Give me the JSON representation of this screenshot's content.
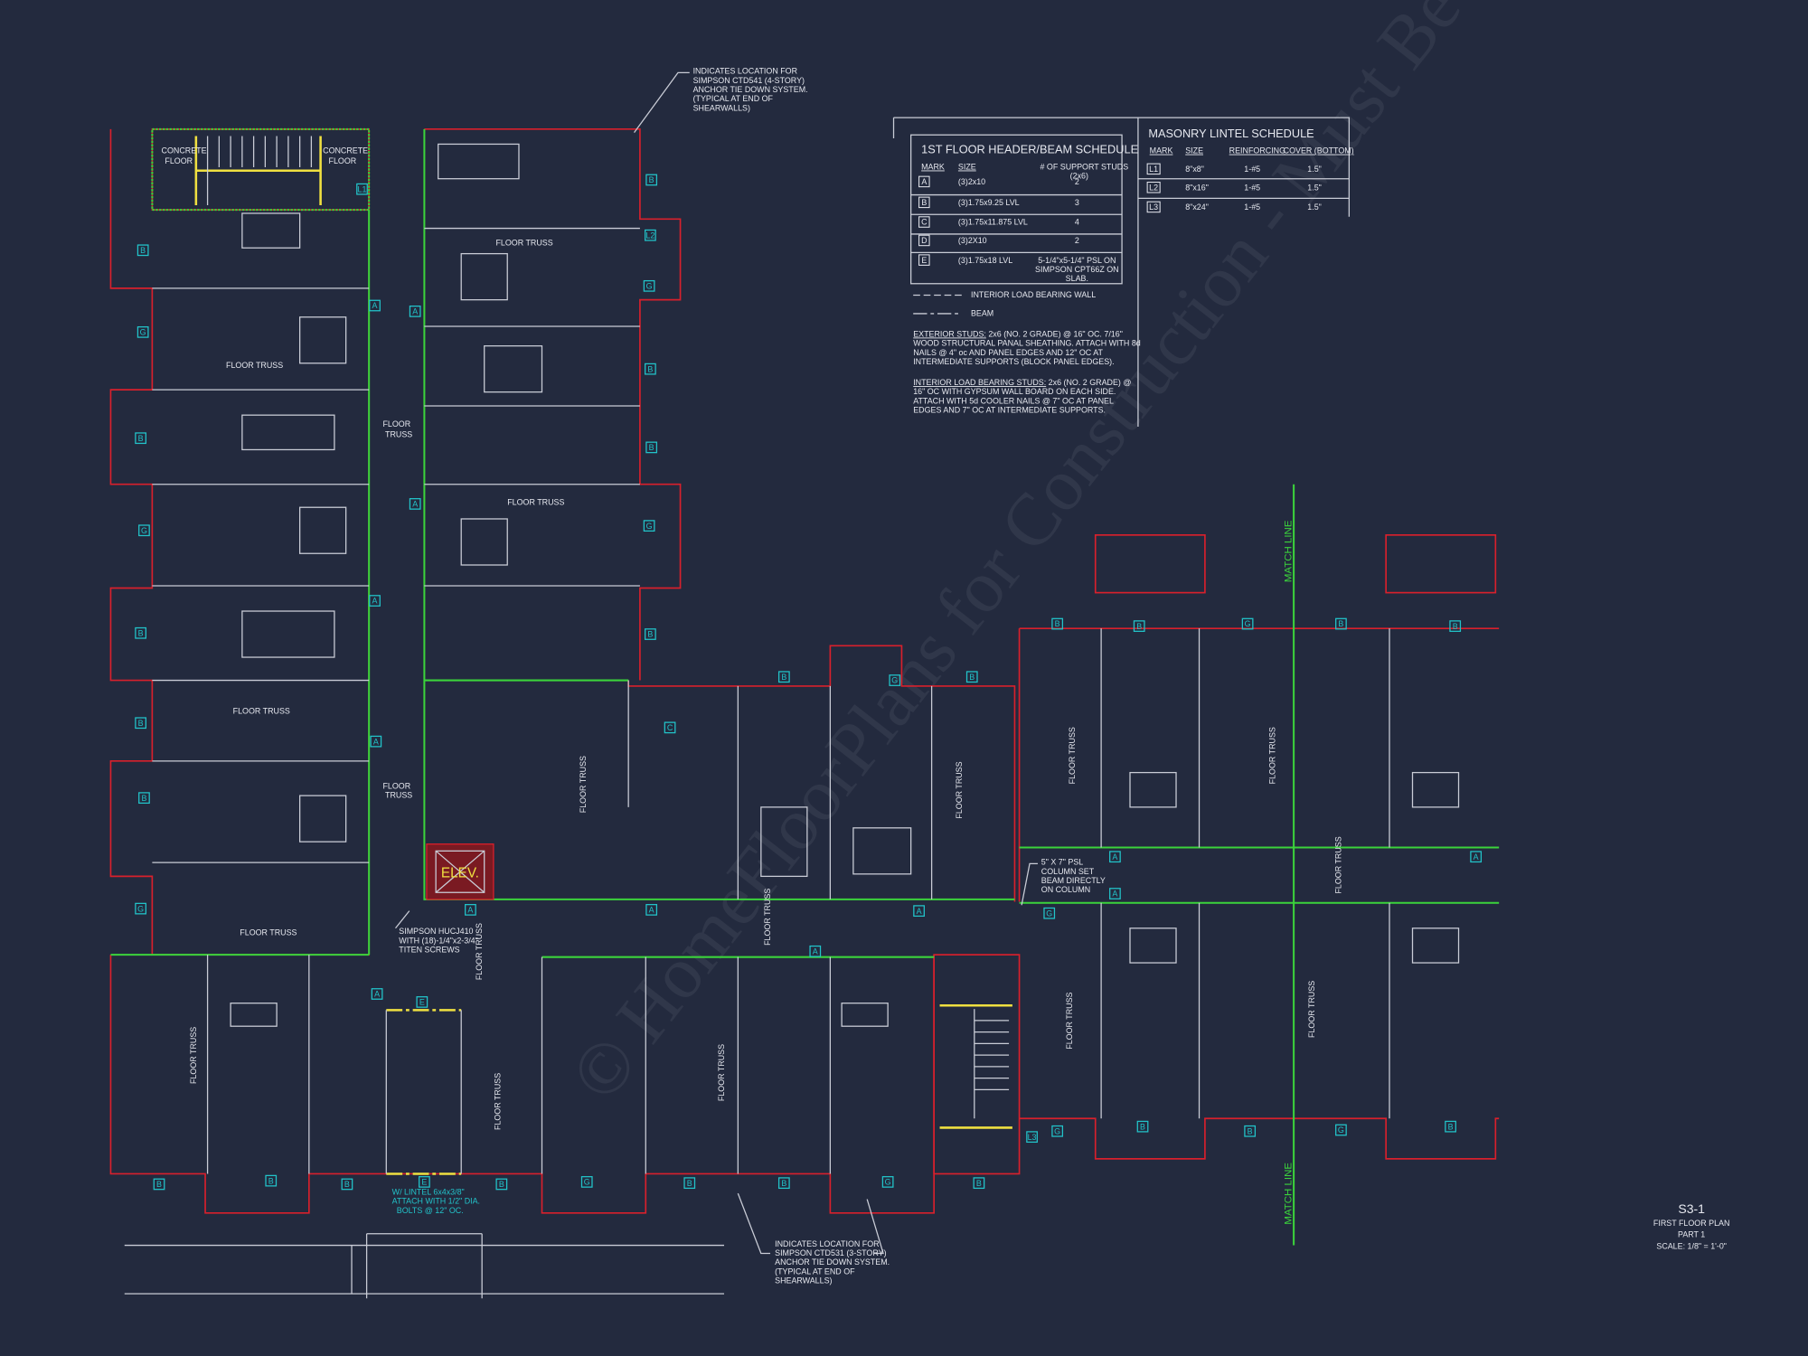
{
  "header_schedule": {
    "title": "1ST FLOOR HEADER/BEAM SCHEDULE",
    "columns": [
      "MARK",
      "SIZE",
      "# OF SUPPORT STUDS",
      "(2x6)"
    ],
    "rows": [
      {
        "mark": "A",
        "size": "(3)2x10",
        "studs": "2"
      },
      {
        "mark": "B",
        "size": "(3)1.75x9.25 LVL",
        "studs": "3"
      },
      {
        "mark": "C",
        "size": "(3)1.75x11.875 LVL",
        "studs": "4"
      },
      {
        "mark": "D",
        "size": "(3)2X10",
        "studs": "2"
      },
      {
        "mark": "E",
        "size": "(3)1.75x18 LVL",
        "studs": "5-1/4\"x5-1/4\" PSL ON",
        "studs_2": "SIMPSON CPT66Z ON",
        "studs_3": "SLAB."
      }
    ]
  },
  "legend": {
    "load_wall": "INTERIOR LOAD BEARING WALL",
    "beam": "BEAM"
  },
  "notes": {
    "ext_label": "EXTERIOR STUDS:",
    "ext_1": "2x6 (NO. 2 GRADE) @ 16\" OC. 7/16\"",
    "ext_2": "WOOD STRUCTURAL PANAL SHEATHING. ATTACH WITH 8d",
    "ext_3": "NAILS @ 4\" oc AND PANEL EDGES AND 12\" OC AT",
    "ext_4": "INTERMEDIATE SUPPORTS (BLOCK PANEL EDGES).",
    "int_label": "INTERIOR LOAD BEARING STUDS:",
    "int_1": "2x6 (NO. 2 GRADE) @",
    "int_2": "16\" OC WITH GYPSUM WALL BOARD ON EACH SIDE.",
    "int_3": "ATTACH WITH 5d COOLER NAILS @ 7\" OC AT PANEL",
    "int_4": "EDGES AND 7\" OC AT INTERMEDIATE SUPPORTS."
  },
  "lintel_schedule": {
    "title": "MASONRY LINTEL SCHEDULE",
    "columns": [
      "MARK",
      "SIZE",
      "REINFORCING",
      "COVER (BOTTOM)"
    ],
    "rows": [
      {
        "mark": "L1",
        "size": "8\"x8\"",
        "reinf": "1-#5",
        "cover": "1.5\""
      },
      {
        "mark": "L2",
        "size": "8\"x16\"",
        "reinf": "1-#5",
        "cover": "1.5\""
      },
      {
        "mark": "L3",
        "size": "8\"x24\"",
        "reinf": "1-#5",
        "cover": "1.5\""
      }
    ]
  },
  "callouts": {
    "top": [
      "INDICATES LOCATION FOR",
      "SIMPSON CTD541 (4-STORY)",
      "ANCHOR TIE DOWN SYSTEM.",
      "(TYPICAL AT END OF",
      "SHEARWALLS)"
    ],
    "bottom": [
      "INDICATES LOCATION FOR",
      "SIMPSON CTD531 (3-STORY)",
      "ANCHOR TIE DOWN SYSTEM.",
      "(TYPICAL AT END OF",
      "SHEARWALLS)"
    ],
    "hanger": [
      "SIMPSON HUCJ410",
      "WITH (18)-1/4\"x2-3/4\"",
      "TITEN SCREWS"
    ],
    "column": [
      "5\" X 7\" PSL",
      "COLUMN SET",
      "BEAM DIRECTLY",
      "ON COLUMN"
    ],
    "lintel": [
      "W/ LINTEL 6x4x3/8\"",
      "ATTACH WITH 1/2\" DIA.",
      "BOLTS @ 12\" OC."
    ]
  },
  "plan": {
    "floor_truss": "FLOOR TRUSS",
    "floor": "FLOOR",
    "truss": "TRUSS",
    "concrete": "CONCRETE",
    "elev": "ELEV.",
    "match_line": "MATCH LINE",
    "marks": [
      "B",
      "G",
      "B",
      "B",
      "G",
      "B",
      "B",
      "G",
      "B",
      "B",
      "A",
      "A",
      "A",
      "A",
      "A",
      "A",
      "B",
      "G",
      "B",
      "B",
      "G",
      "B",
      "B",
      "B",
      "G",
      "B",
      "B",
      "G",
      "B",
      "C",
      "A",
      "A",
      "A",
      "A",
      "E",
      "E",
      "B",
      "G",
      "B",
      "B",
      "G",
      "B",
      "B",
      "G",
      "B",
      "B",
      "G",
      "B",
      "G",
      "B",
      "A",
      "A",
      "A",
      "L1",
      "L2",
      "L3"
    ]
  },
  "title_block": {
    "sheet": "S3-1",
    "line1": "FIRST FLOOR PLAN",
    "line2": "PART 1",
    "scale": "SCALE: 1/8\" = 1'-0\""
  },
  "watermark": "© HomeFloorPlans for Construction - Must Be Licensed for Estimations",
  "colors": {
    "background": "#232a3e",
    "exterior": "#d8202c",
    "shearwall": "#3bd33b",
    "beam": "#f0e040",
    "mark": "#22c3c9"
  }
}
